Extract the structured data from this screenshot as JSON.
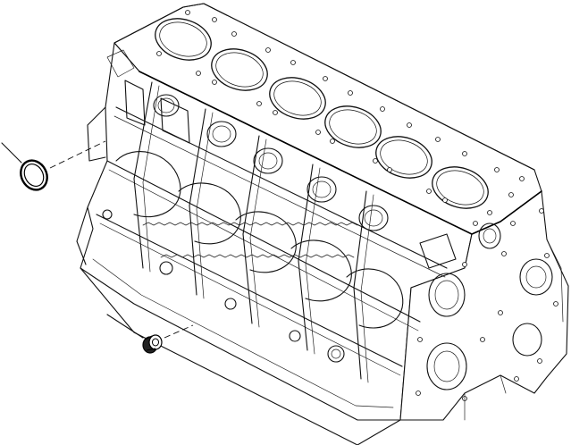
{
  "diagram": {
    "subject": "engine-cylinder-block",
    "style": "monochrome-line-art",
    "stroke_color": "#111111",
    "background_color": "#ffffff",
    "cylinder_bores": 6,
    "callouts": [
      {
        "part": "seal-ring",
        "label": ""
      },
      {
        "part": "plug",
        "label": ""
      }
    ]
  }
}
